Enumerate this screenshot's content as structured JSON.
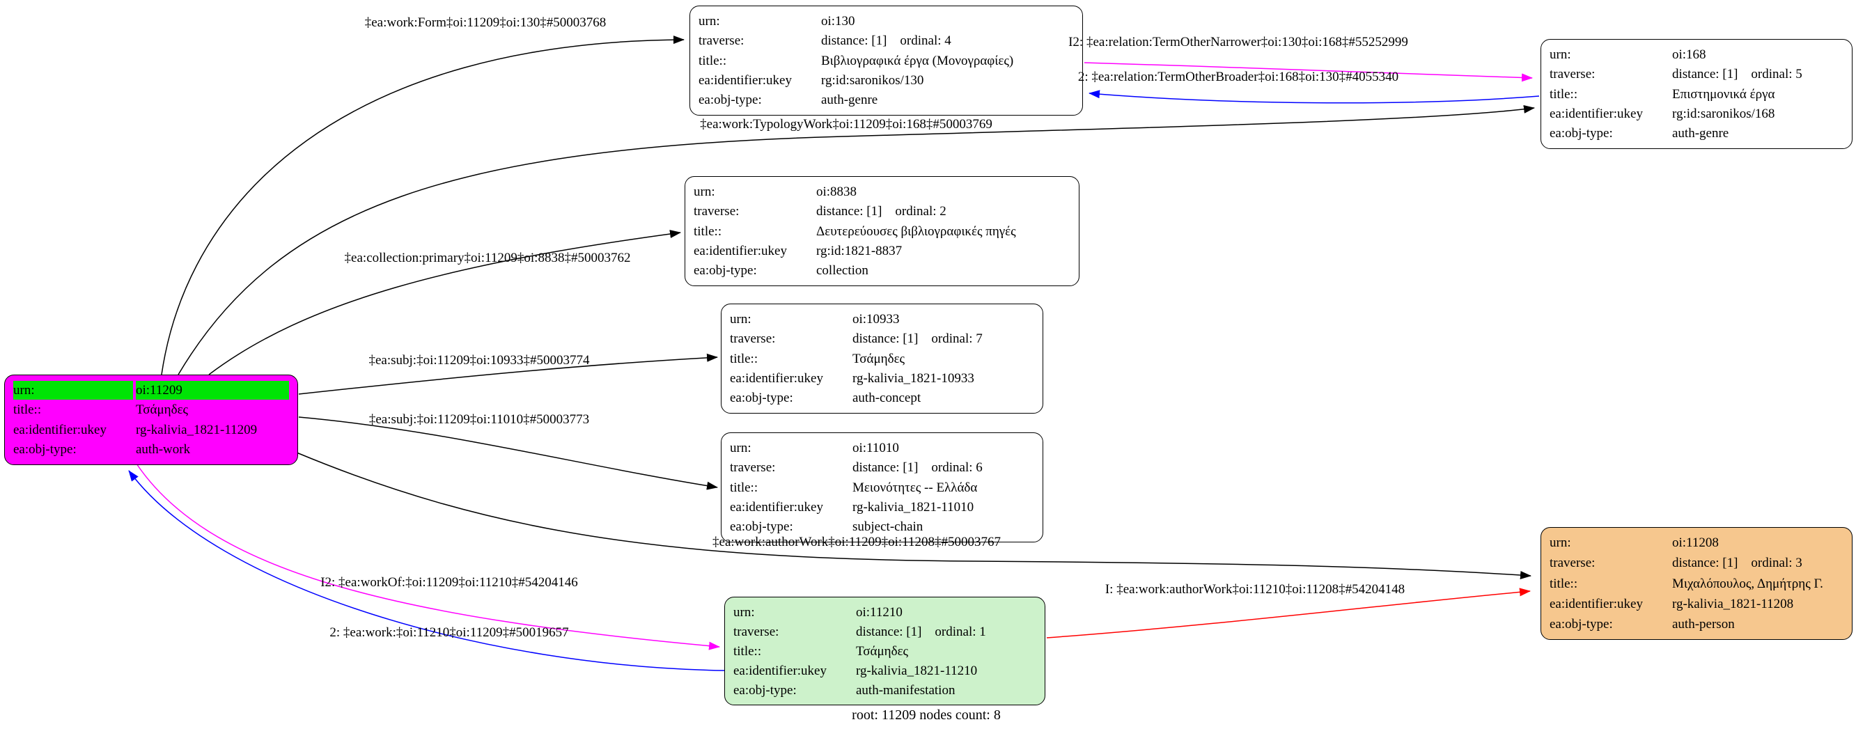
{
  "caption": "root: 11209 nodes count: 8",
  "colors": {
    "root_node_fill": "#ff00ff",
    "root_urn_highlight": "#00e405",
    "manifestation_node_fill": "#cdf2cb",
    "person_node_fill": "#f6c78e",
    "default_node_fill": "#ffffff",
    "edge_black": "#000000",
    "edge_magenta": "#ff00ff",
    "edge_blue": "#0000ff",
    "edge_red": "#ff0000"
  },
  "nodes": {
    "n130": {
      "rows": [
        {
          "k": "urn:",
          "v": "oi:130"
        },
        {
          "k": "traverse:",
          "v": "distance: [1]    ordinal: 4"
        },
        {
          "k": "title::",
          "v": "Βιβλιογραφικά έργα (Μονογραφίες)"
        },
        {
          "k": "ea:identifier:ukey",
          "v": "rg:id:saronikos/130"
        },
        {
          "k": "ea:obj-type:",
          "v": "auth-genre"
        }
      ]
    },
    "n168": {
      "rows": [
        {
          "k": "urn:",
          "v": "oi:168"
        },
        {
          "k": "traverse:",
          "v": "distance: [1]    ordinal: 5"
        },
        {
          "k": "title::",
          "v": "Επιστημονικά έργα"
        },
        {
          "k": "ea:identifier:ukey",
          "v": "rg:id:saronikos/168"
        },
        {
          "k": "ea:obj-type:",
          "v": "auth-genre"
        }
      ]
    },
    "n8838": {
      "rows": [
        {
          "k": "urn:",
          "v": "oi:8838"
        },
        {
          "k": "traverse:",
          "v": "distance: [1]    ordinal: 2"
        },
        {
          "k": "title::",
          "v": "Δευτερεύουσες βιβλιογραφικές πηγές"
        },
        {
          "k": "ea:identifier:ukey",
          "v": "rg:id:1821-8837"
        },
        {
          "k": "ea:obj-type:",
          "v": "collection"
        }
      ]
    },
    "n10933": {
      "rows": [
        {
          "k": "urn:",
          "v": "oi:10933"
        },
        {
          "k": "traverse:",
          "v": "distance: [1]    ordinal: 7"
        },
        {
          "k": "title::",
          "v": "Τσάμηδες"
        },
        {
          "k": "ea:identifier:ukey",
          "v": "rg-kalivia_1821-10933"
        },
        {
          "k": "ea:obj-type:",
          "v": "auth-concept"
        }
      ]
    },
    "n11010": {
      "rows": [
        {
          "k": "urn:",
          "v": "oi:11010"
        },
        {
          "k": "traverse:",
          "v": "distance: [1]    ordinal: 6"
        },
        {
          "k": "title::",
          "v": "Μειονότητες -- Ελλάδα"
        },
        {
          "k": "ea:identifier:ukey",
          "v": "rg-kalivia_1821-11010"
        },
        {
          "k": "ea:obj-type:",
          "v": "subject-chain"
        }
      ]
    },
    "n11209": {
      "rows": [
        {
          "k": "urn:",
          "v": "oi:11209"
        },
        {
          "k": "title::",
          "v": "Τσάμηδες"
        },
        {
          "k": "ea:identifier:ukey",
          "v": "rg-kalivia_1821-11209"
        },
        {
          "k": "ea:obj-type:",
          "v": "auth-work"
        }
      ]
    },
    "n11210": {
      "rows": [
        {
          "k": "urn:",
          "v": "oi:11210"
        },
        {
          "k": "traverse:",
          "v": "distance: [1]    ordinal: 1"
        },
        {
          "k": "title::",
          "v": "Τσάμηδες"
        },
        {
          "k": "ea:identifier:ukey",
          "v": "rg-kalivia_1821-11210"
        },
        {
          "k": "ea:obj-type:",
          "v": "auth-manifestation"
        }
      ]
    },
    "n11208": {
      "rows": [
        {
          "k": "urn:",
          "v": "oi:11208"
        },
        {
          "k": "traverse:",
          "v": "distance: [1]    ordinal: 3"
        },
        {
          "k": "title::",
          "v": "Μιχαλόπουλος, Δημήτρης Γ."
        },
        {
          "k": "ea:identifier:ukey",
          "v": "rg-kalivia_1821-11208"
        },
        {
          "k": "ea:obj-type:",
          "v": "auth-person"
        }
      ]
    }
  },
  "edge_labels": {
    "form": "‡ea:work:Form‡oi:11209‡oi:130‡#50003768",
    "typology_work": "‡ea:work:TypologyWork‡oi:11209‡oi:168‡#50003769",
    "term_other_narrower": "I2: ‡ea:relation:TermOtherNarrower‡oi:130‡oi:168‡#55252999",
    "term_other_broader": "2: ‡ea:relation:TermOtherBroader‡oi:168‡oi:130‡#4055340",
    "collection_primary": "‡ea:collection:primary‡oi:11209‡oi:8838‡#50003762",
    "subj_10933": "‡ea:subj:‡oi:11209‡oi:10933‡#50003774",
    "subj_11010": "‡ea:subj:‡oi:11209‡oi:11010‡#50003773",
    "author_work_11209": "‡ea:work:authorWork‡oi:11209‡oi:11208‡#50003767",
    "work_of": "I2: ‡ea:workOf:‡oi:11209‡oi:11210‡#54204146",
    "work": "2: ‡ea:work:‡oi:11210‡oi:11209‡#50019657",
    "author_work_11210": "I: ‡ea:work:authorWork‡oi:11210‡oi:11208‡#54204148"
  }
}
